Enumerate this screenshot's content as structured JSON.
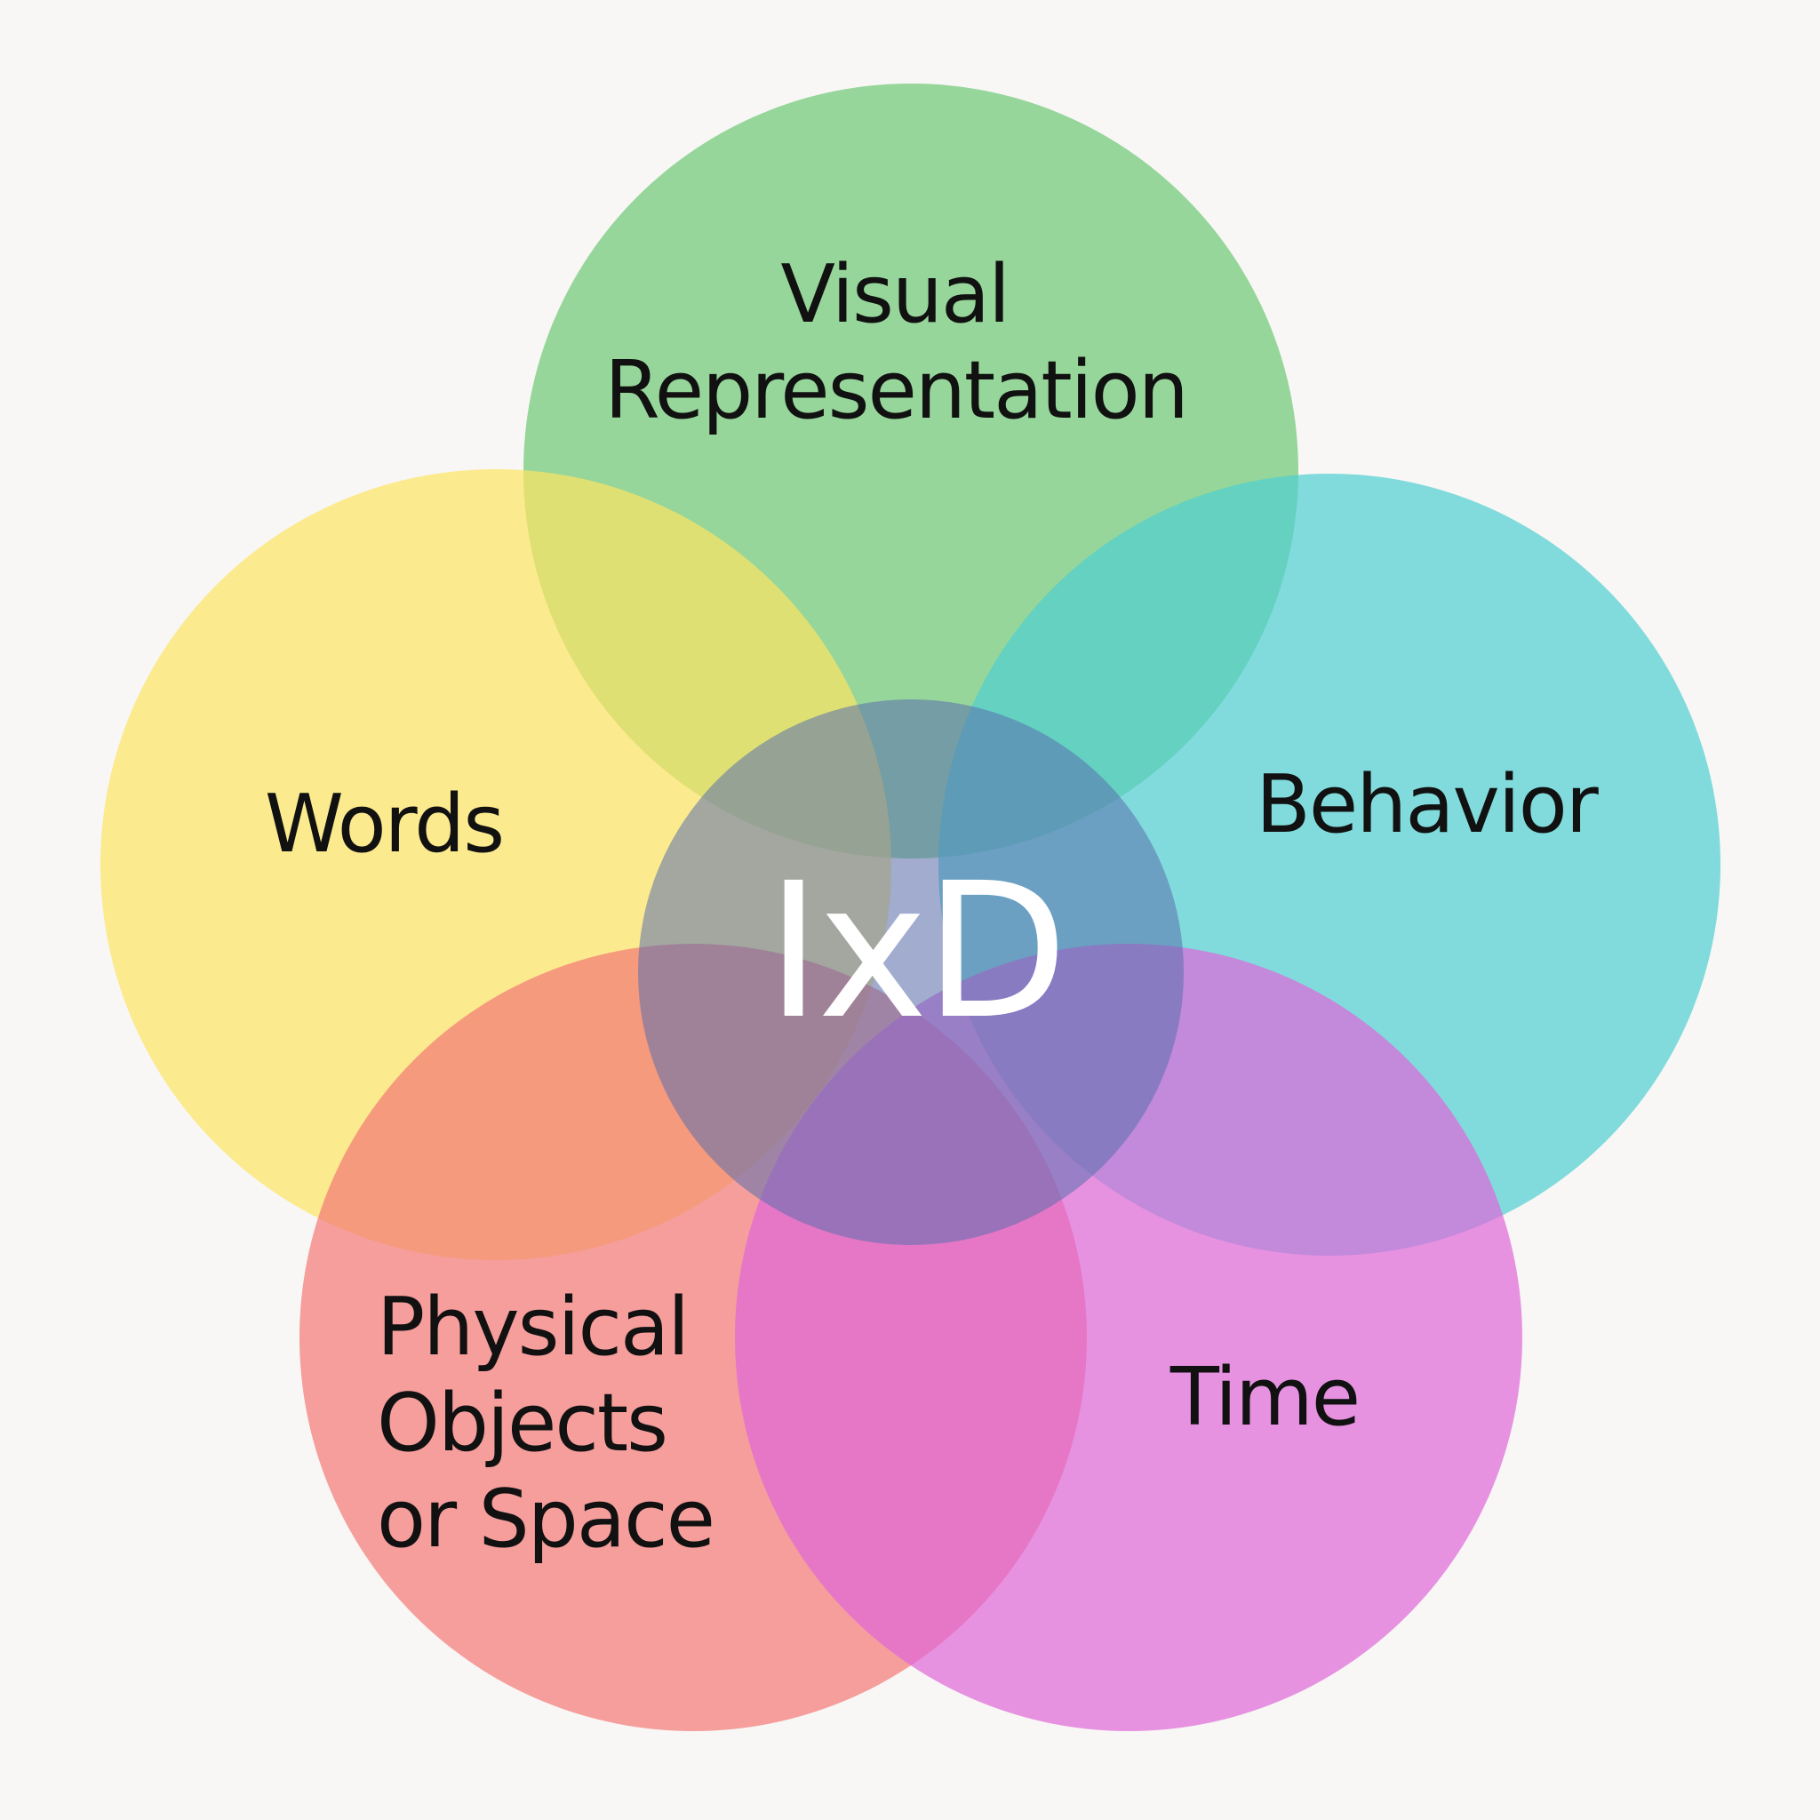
{
  "diagram": {
    "center": {
      "label": "IxD",
      "color": "#5a6fae"
    },
    "circles": {
      "visual": {
        "label_line1": "Visual",
        "label_line2": "Representation",
        "color": "#6cc774"
      },
      "words": {
        "label": "Words",
        "color": "#fde463"
      },
      "behavior": {
        "label": "Behavior",
        "color": "#4ecfd2"
      },
      "physical": {
        "label_line1": "Physical",
        "label_line2": "Objects",
        "label_line3": "or Space",
        "color": "#f37876"
      },
      "time": {
        "label": "Time",
        "color": "#df66d8"
      }
    }
  }
}
